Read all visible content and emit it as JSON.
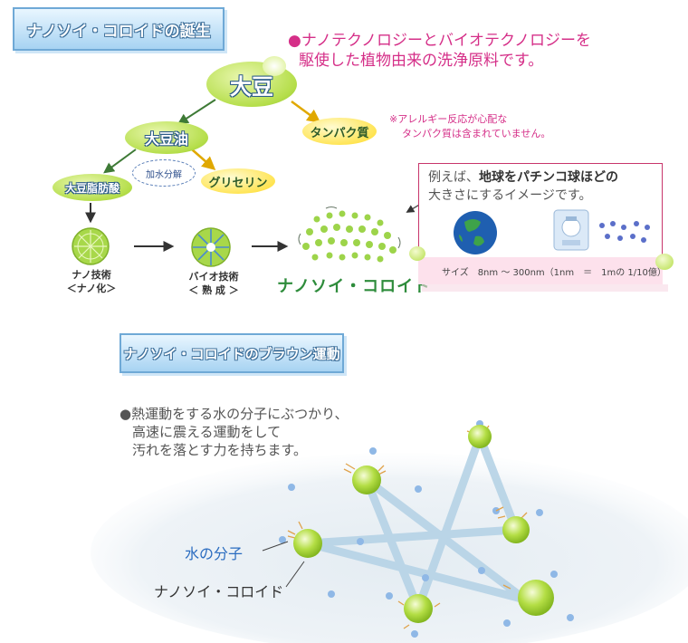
{
  "section1": {
    "banner": "ナノソイ・コロイドの誕生",
    "intro": [
      "●ナノテクノロジーとバイオテクノロジーを",
      "駆使した植物由来の洗浄原料です。"
    ],
    "allergy_note": [
      "※アレルギー反応が心配な",
      "タンパク質は含まれていません。"
    ],
    "nodes": {
      "daizu": "大豆",
      "daizuyu": "大豆油",
      "protein": "タンパク質",
      "hydrolysis": "加水分解",
      "glycerin": "グリセリン",
      "fatty_acid": "大豆脂肪酸"
    },
    "tech1": [
      "ナノ技術",
      "＜ナノ化＞"
    ],
    "tech2": [
      "バイオ技術",
      "＜ 熟 成 ＞"
    ],
    "product": "ナノソイ・コロイド",
    "example": {
      "line1_prefix": "例えば、",
      "line1_bold": "地球をパチンコ球ほどの",
      "line2": "大きさにするイメージです。",
      "size": "サイズ　8nm ～ 300nm（1nm　＝　1mの 1/10億）"
    }
  },
  "section2": {
    "banner": "ナノソイ・コロイドのブラウン運動",
    "body": [
      "●熱運動をする水の分子にぶつかり、",
      "高速に震える運動をして",
      "汚れを落とす力を持ちます。"
    ],
    "label_water": "水の分子",
    "label_colloid": "ナノソイ・コロイド"
  },
  "colors": {
    "banner": "#a7d3f2",
    "pink": "#d52f88",
    "green": "#b5de4a",
    "yellow": "#ffe34d",
    "water_blue": "#8fb8e6",
    "colloid_text": "#2e8c3b"
  }
}
